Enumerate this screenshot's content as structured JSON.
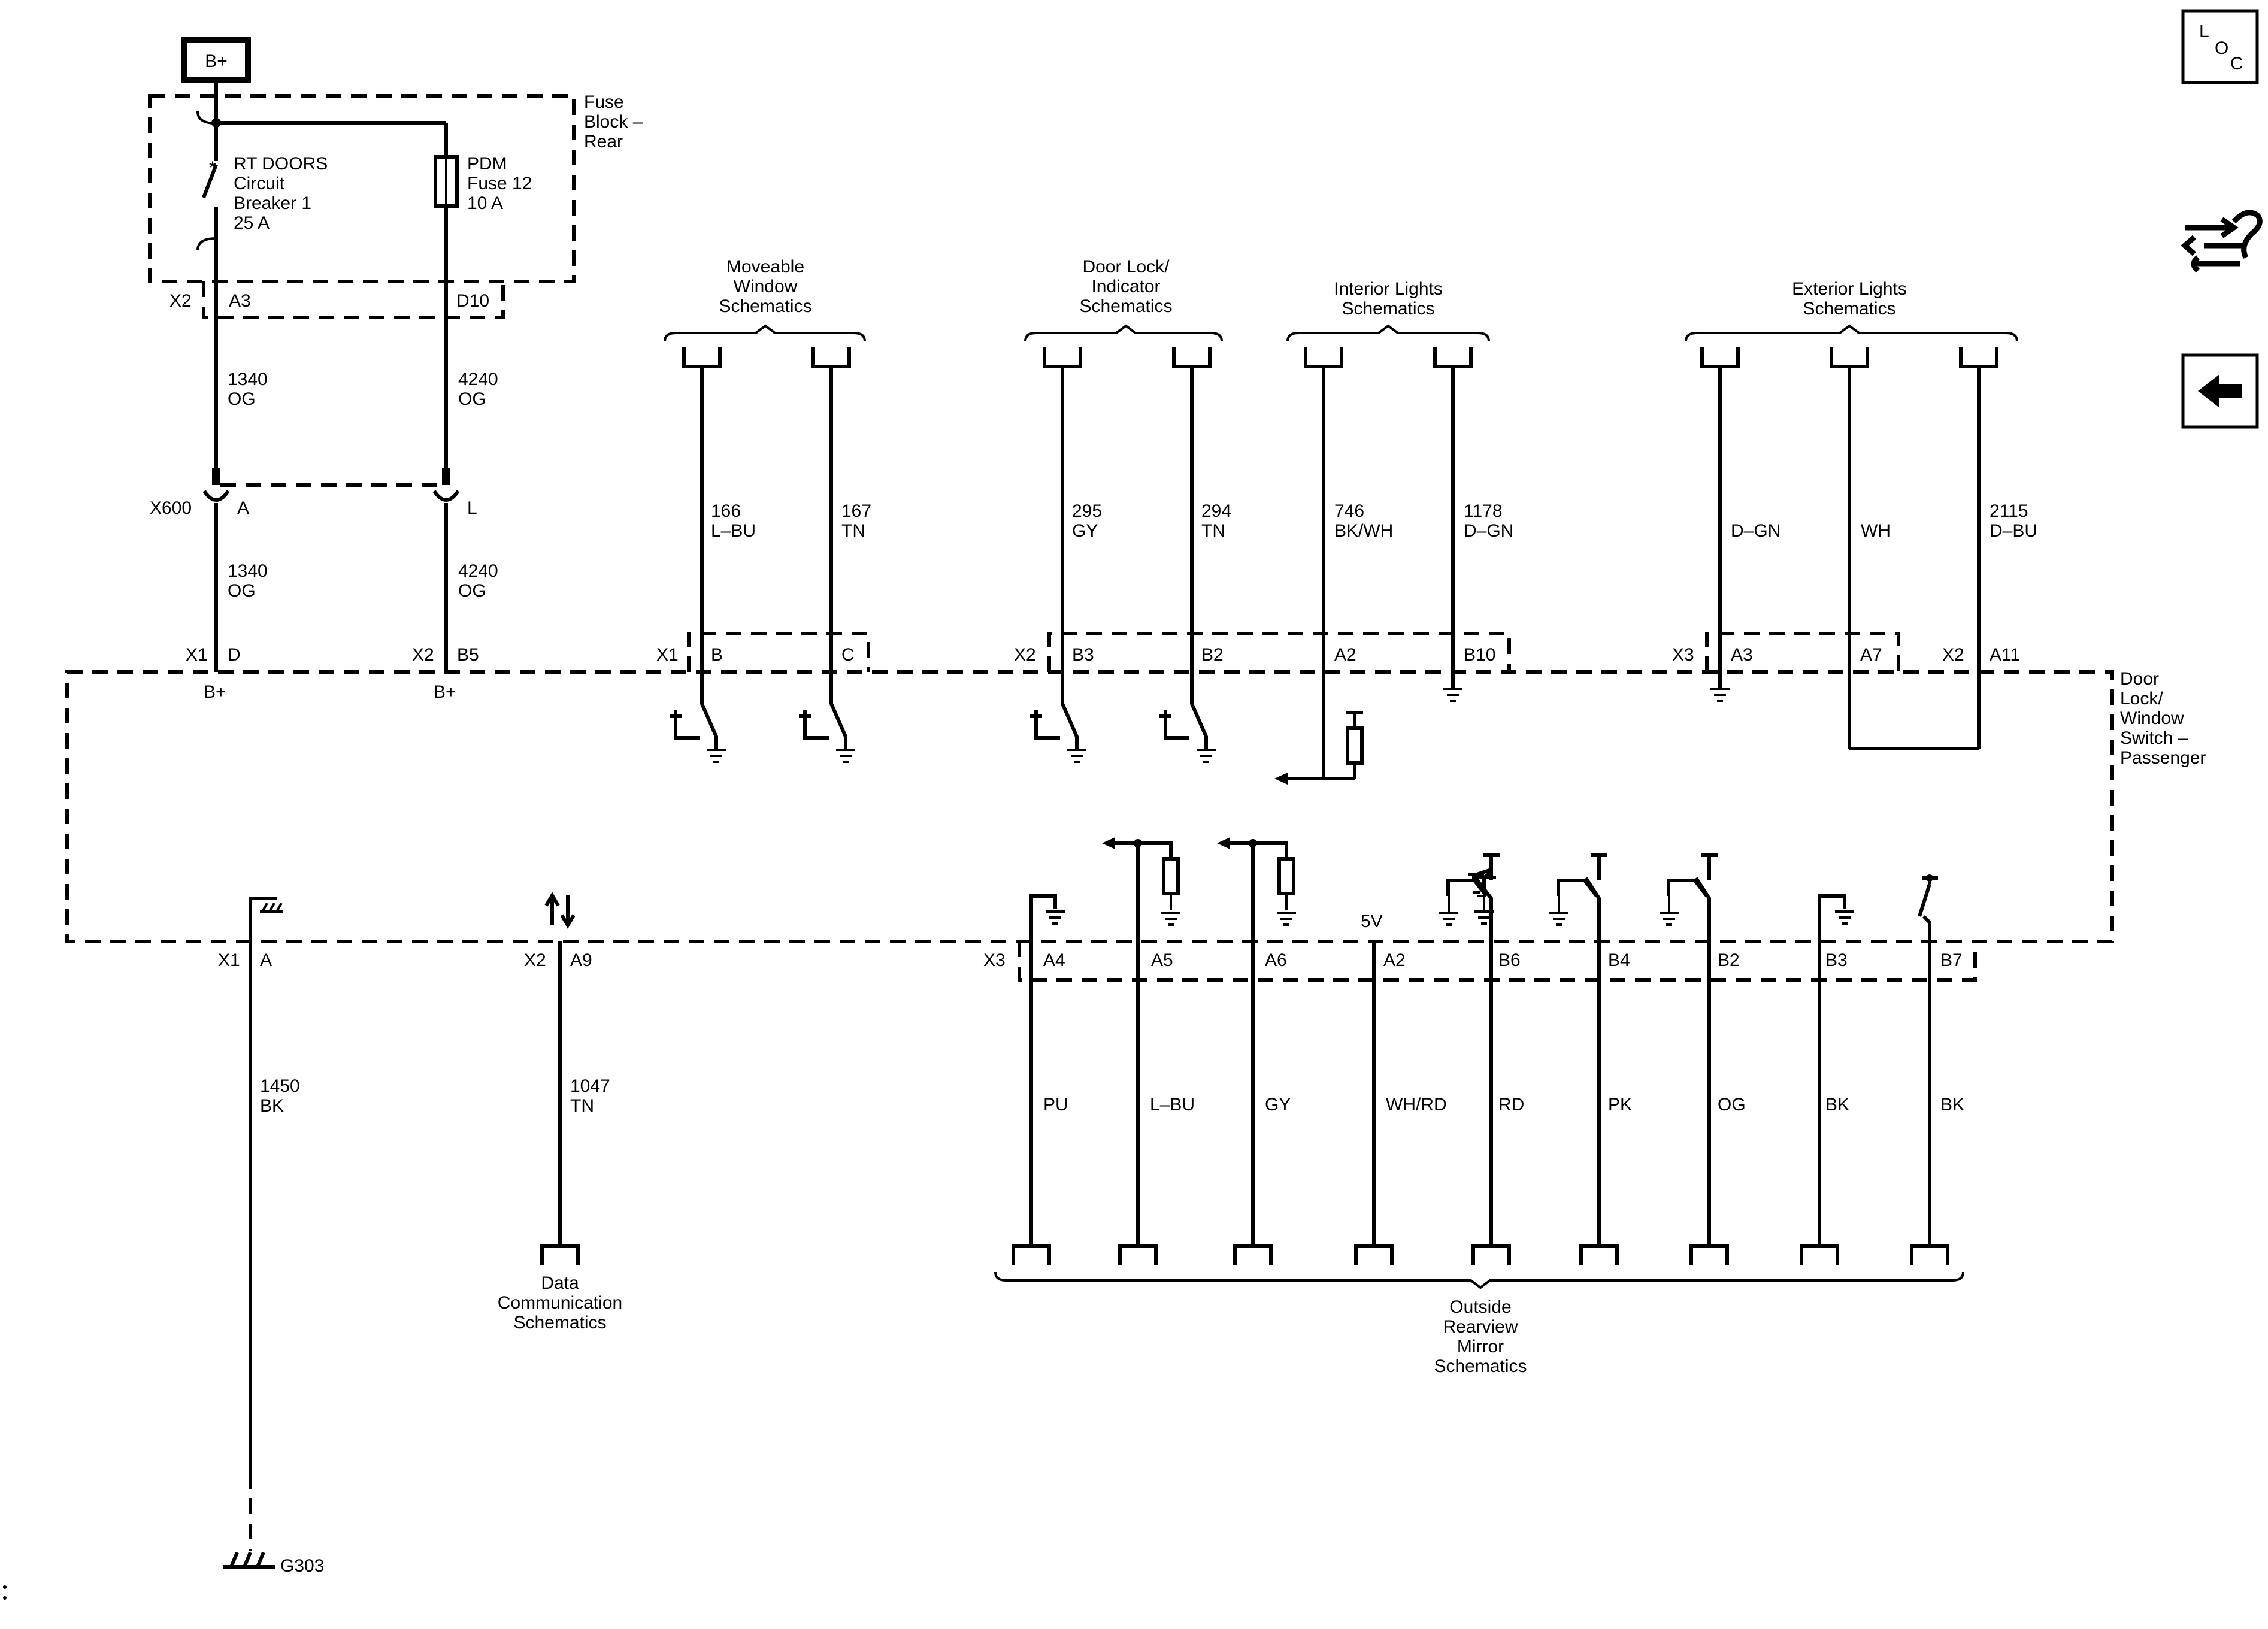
{
  "power": {
    "bplus": "B+",
    "bplus_short": "B+"
  },
  "fuse_block": {
    "l1": "Fuse",
    "l2": "Block –",
    "l3": "Rear"
  },
  "breaker": {
    "l1": "RT DOORS",
    "l2": "Circuit",
    "l3": "Breaker 1",
    "l4": "25 A"
  },
  "pdm": {
    "l1": "PDM",
    "l2": "Fuse 12",
    "l3": "10 A"
  },
  "conn": {
    "x1": "X1",
    "x2": "X2",
    "x3": "X3",
    "x600": "X600",
    "a3": "A3",
    "d10": "D10",
    "pa": "A",
    "pl": "L",
    "pd": "D",
    "b5": "B5",
    "b": "B",
    "c": "C",
    "b3": "B3",
    "b2": "B2",
    "a2": "A2",
    "b10": "B10",
    "a7": "A7",
    "a11": "A11",
    "a9": "A9",
    "a4": "A4",
    "a5": "A5",
    "a6": "A6",
    "b6": "B6",
    "b4": "B4",
    "b7": "B7"
  },
  "wires": {
    "w1340": "1340",
    "og": "OG",
    "w4240": "4240",
    "w166": "166",
    "lbu": "L–BU",
    "w167": "167",
    "tn": "TN",
    "w295": "295",
    "gy": "GY",
    "w294": "294",
    "w746": "746",
    "bkwh": "BK/WH",
    "w1178": "1178",
    "dgn": "D–GN",
    "wh": "WH",
    "w2115": "2115",
    "dbu": "D–BU",
    "w1450": "1450",
    "bk": "BK",
    "w1047": "1047",
    "pu": "PU",
    "whrd": "WH/RD",
    "rd": "RD",
    "pk": "PK"
  },
  "refs": {
    "mw1": "Moveable",
    "mw2": "Window",
    "mw3": "Schematics",
    "dl1": "Door Lock/",
    "dl2": "Indicator",
    "dl3": "Schematics",
    "il1": "Interior Lights",
    "il2": "Schematics",
    "el1": "Exterior Lights",
    "el2": "Schematics",
    "dc1": "Data",
    "dc2": "Communication",
    "dc3": "Schematics",
    "om1": "Outside",
    "om2": "Rearview",
    "om3": "Mirror",
    "om4": "Schematics"
  },
  "switch": {
    "l1": "Door",
    "l2": "Lock/",
    "l3": "Window",
    "l4": "Switch –",
    "l5": "Passenger"
  },
  "misc": {
    "v5": "5V",
    "g303": "G303"
  },
  "nav": {
    "l": "L",
    "o": "O",
    "c": "C"
  }
}
